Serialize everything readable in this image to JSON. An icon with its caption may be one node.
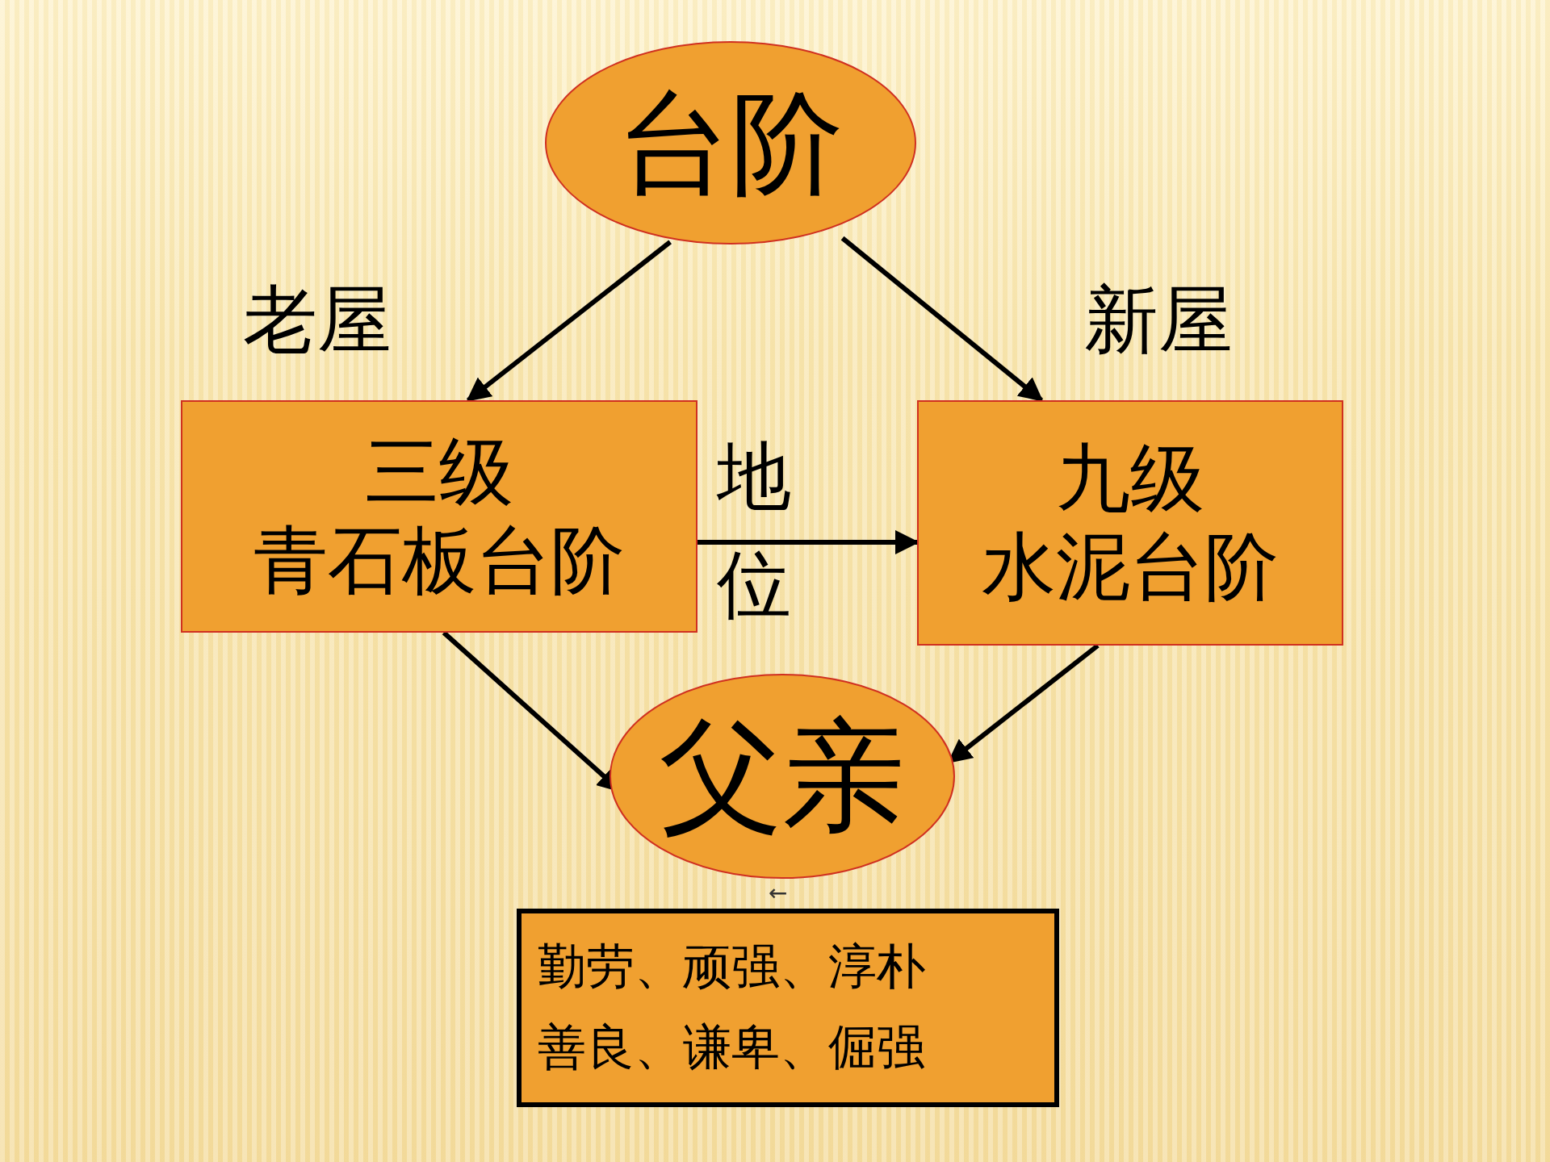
{
  "diagram": {
    "nodes": [
      {
        "text": [
          "台阶"
        ]
      },
      {
        "text": [
          "三级",
          "青石板台阶"
        ]
      },
      {
        "text": [
          "九级",
          "水泥台阶"
        ]
      },
      {
        "text": [
          "父亲"
        ]
      },
      {
        "text": [
          "勤劳、顽强、淳朴",
          "善良、谦卑、倔强"
        ]
      }
    ],
    "edges": [
      {
        "from": 0,
        "to": 1,
        "arrow": "to",
        "label": "老屋"
      },
      {
        "from": 0,
        "to": 2,
        "arrow": "to",
        "label": "新屋"
      },
      {
        "from": 1,
        "to": 2,
        "arrow": "to",
        "label": "地位"
      },
      {
        "from": 1,
        "to": 3,
        "arrow": "to"
      },
      {
        "from": 2,
        "to": 3,
        "arrow": "to"
      }
    ],
    "labels": [
      "←"
    ]
  }
}
